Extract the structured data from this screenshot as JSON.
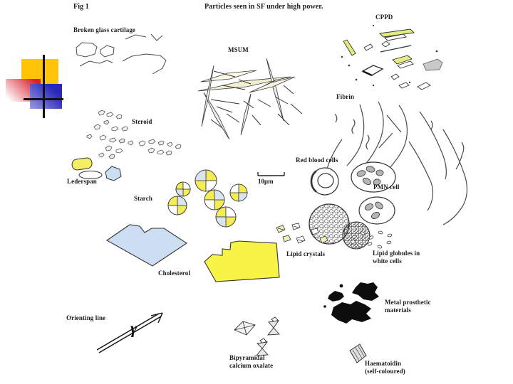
{
  "figure": {
    "fig_label": "Fig 1",
    "title": "Particles seen in SF under high power.",
    "scale_bar_label": "10μm",
    "gamma_symbol": "γ",
    "labels": {
      "broken_glass_cartilage": "Broken glass cartilage",
      "msum": "MSUM",
      "cppd": "CPPD",
      "fibrin": "Fibrin",
      "steroid": "Steroid",
      "lederspan": "Lederspan",
      "starch": "Starch",
      "red_blood_cells": "Red blood cells",
      "pmn_cell": "PMN cell",
      "lipid_crystals": "Lipid crystals",
      "lipid_globules": "Lipid globules in\nwhite cells",
      "cholesterol": "Cholesterol",
      "metal_prosthetic": "Metal prosthetic\nmaterials",
      "orienting_line": "Orienting line",
      "bipyramidal_calcium_oxalate": "Bipyramidal\ncalcium oxalate",
      "haematoidin": "Haematoidin\n(self-coloured)"
    },
    "colors": {
      "crystal_yellow": "#f3ec55",
      "pale_yellow_green": "#eef0bb",
      "plate_blue": "#ccdff2",
      "pale_quadrant_blue": "#d9e4ef",
      "metal_black": "#0d0d0d",
      "ink": "#3a3a3a",
      "logo_yellow": "#ffc40a",
      "logo_red": "#d8202e",
      "logo_blue": "#2828bc"
    }
  }
}
